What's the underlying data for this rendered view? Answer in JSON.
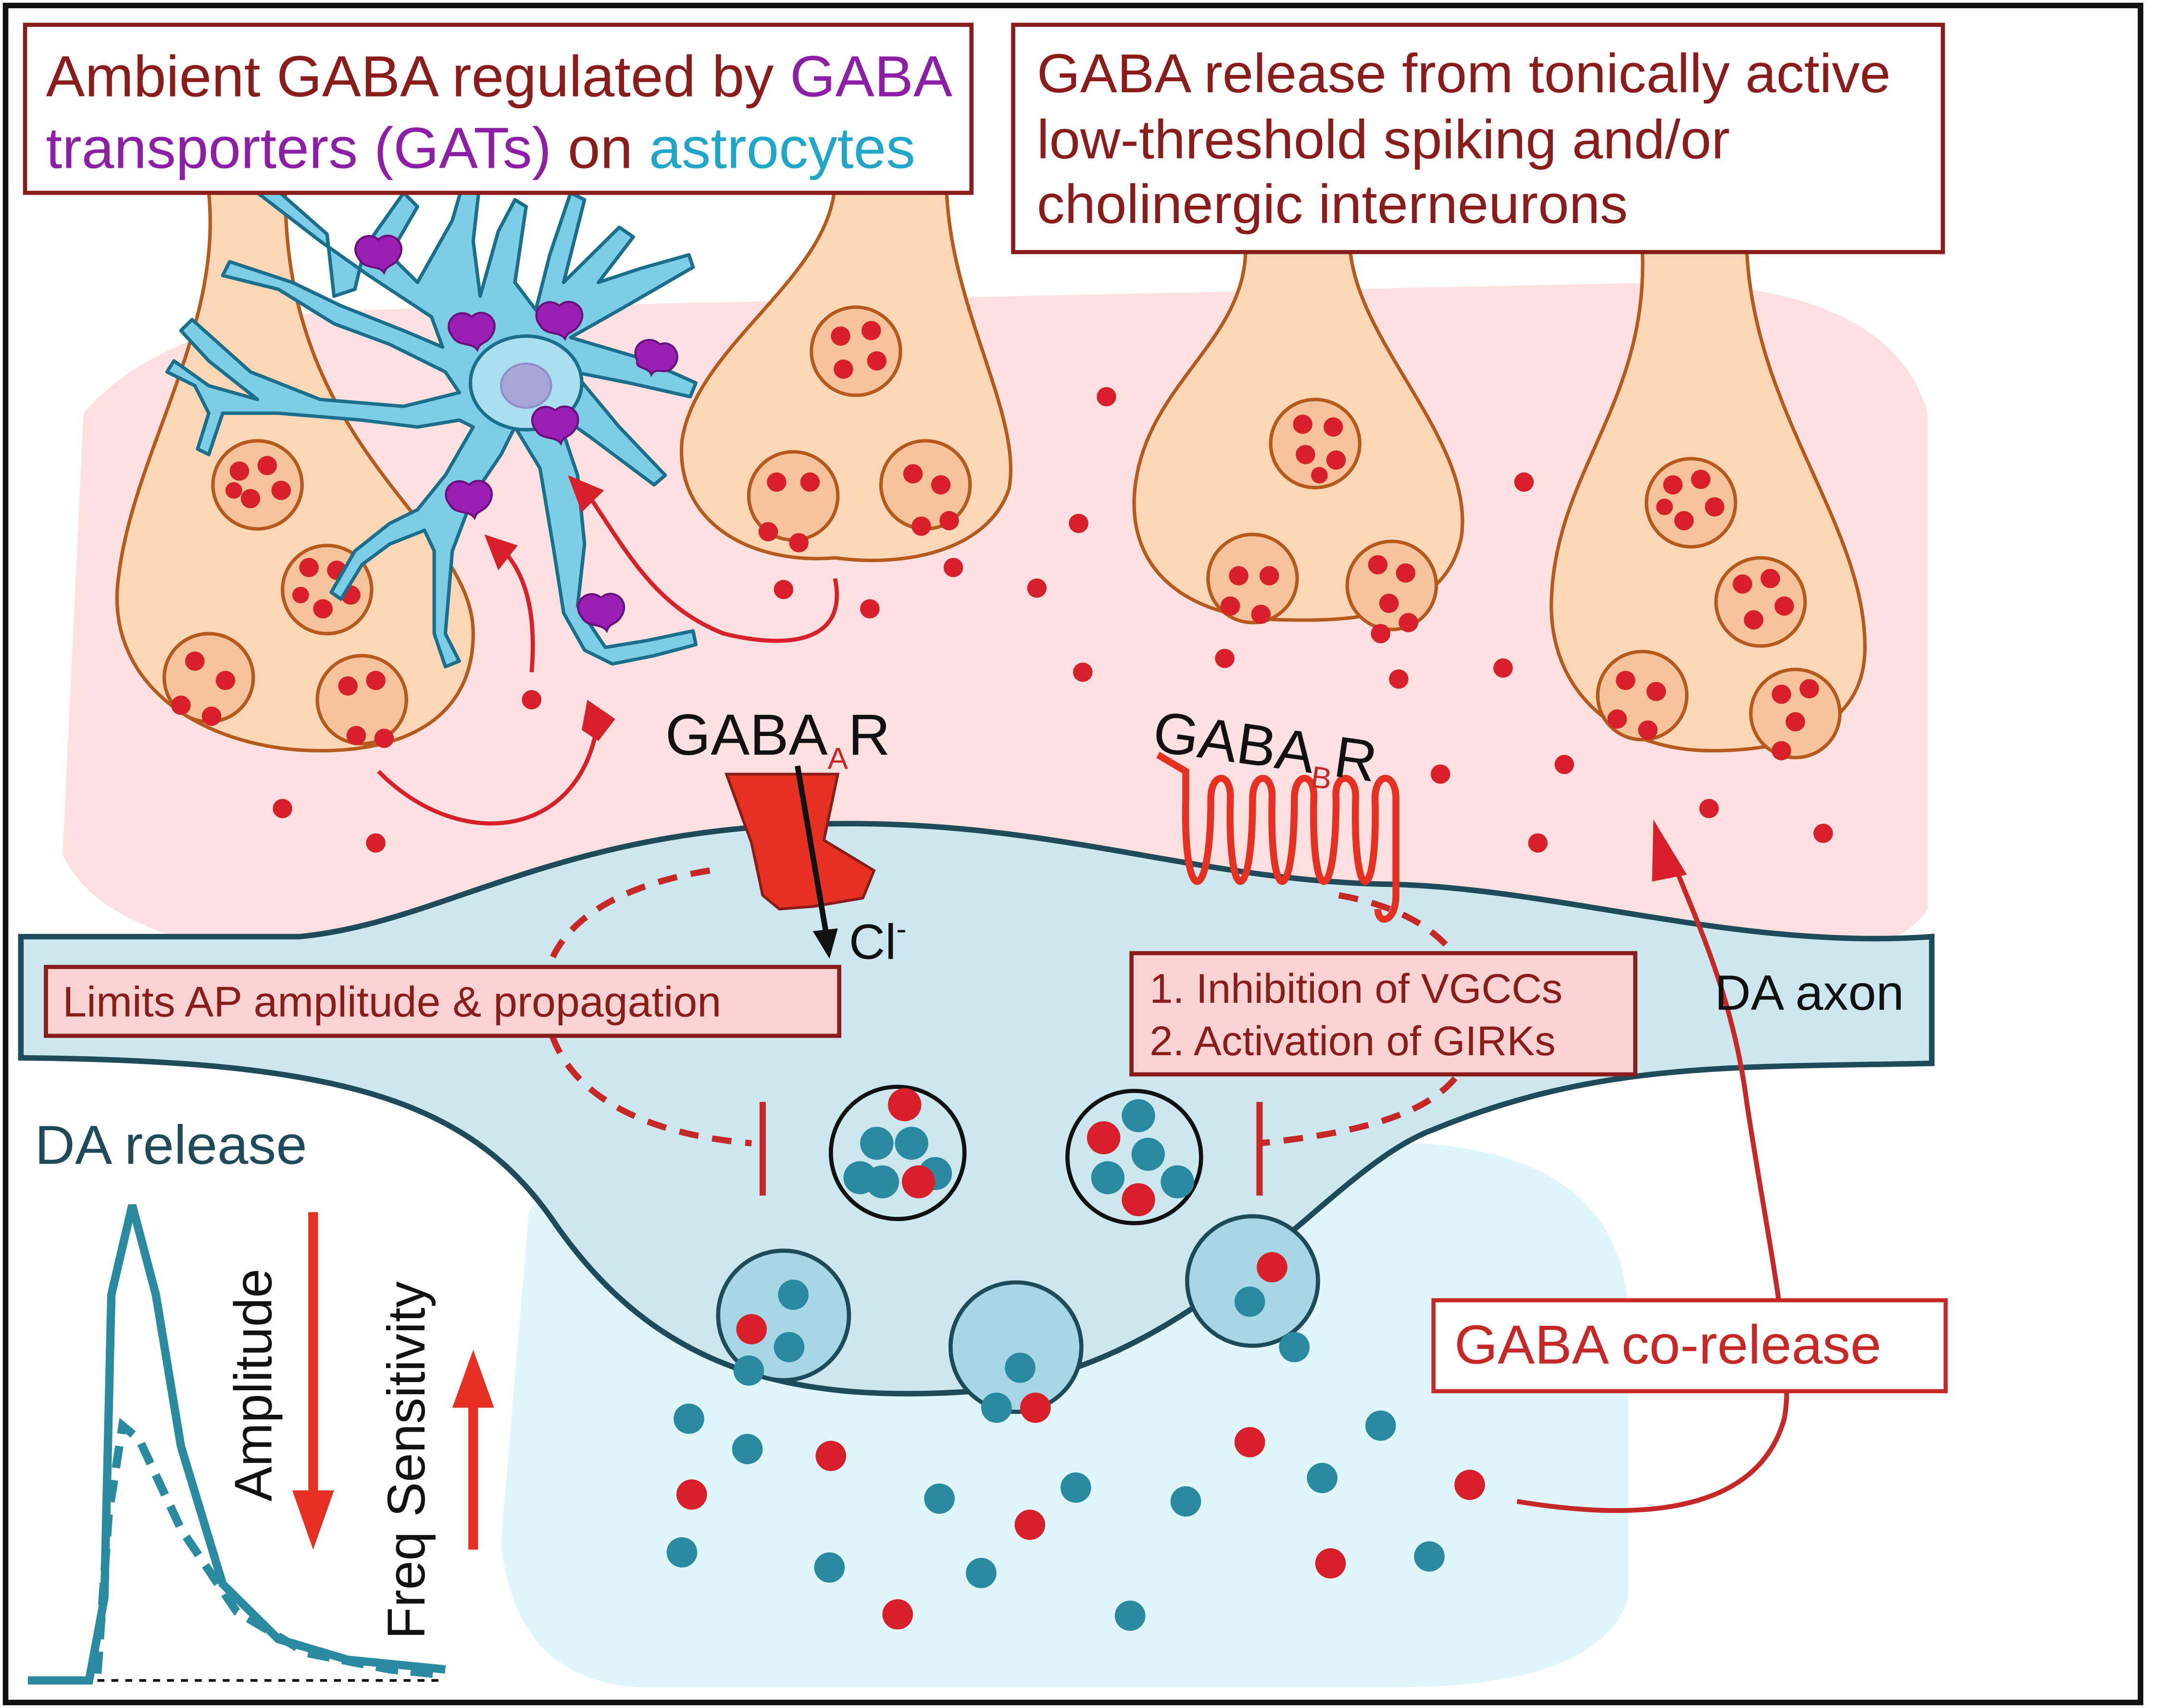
{
  "top_left_box": {
    "line1": {
      "prefix": "Ambient GABA regulated by ",
      "highlight": "GABA"
    },
    "line2": {
      "highlight": "transporters (GATs)",
      "middle": " on ",
      "astro": "astrocytes"
    }
  },
  "top_right_box": {
    "lines": [
      "GABA release from tonically active",
      "low-threshold spiking and/or",
      "cholinergic interneurons"
    ]
  },
  "gabaa": {
    "main": "GABA",
    "sub": "A",
    "end": "R"
  },
  "gabab": {
    "main": "GABA",
    "sub": "B",
    "end": "R"
  },
  "chloride": {
    "main": "Cl",
    "sup": "-"
  },
  "left_effect": "Limits AP amplitude & propagation",
  "right_effect": [
    "1. Inhibition of VGCCs",
    "2. Activation of GIRKs"
  ],
  "axon_label": "DA axon",
  "corelease_label": "GABA co-release",
  "da_release": {
    "title": "DA release",
    "amplitude_label": "Amplitude",
    "freq_label": "Freq Sensitivity"
  },
  "colors": {
    "maroon": "#8b1c1c",
    "gaba_red": "#d7202a",
    "purple": "#8d1fa6",
    "astro_blue": "#1fa6c9",
    "da_teal": "#2a8aa0",
    "axon_fill": "#cde7ef",
    "pink_bg": "#fde0e0",
    "terminal_fill": "#fbd7b8"
  }
}
